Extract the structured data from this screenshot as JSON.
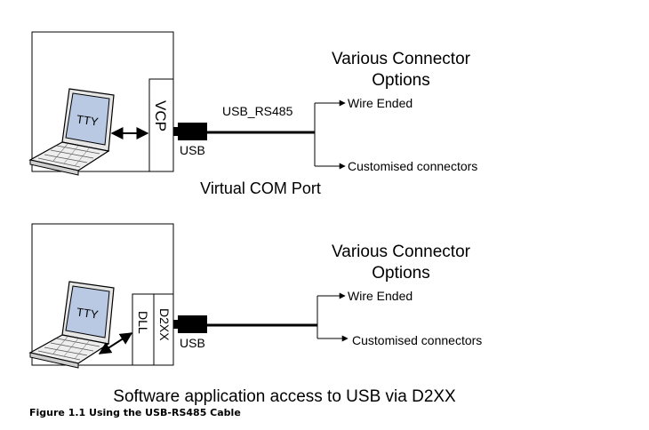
{
  "figure": {
    "caption": "Figure 1.1 Using the USB-RS485 Cable"
  },
  "top_diagram": {
    "laptop_screen_label": "TTY",
    "driver_label": "VCP",
    "usb_label": "USB",
    "cable_label": "USB_RS485",
    "options_title_line1": "Various Connector",
    "options_title_line2": "Options",
    "option_wire_ended": "Wire Ended",
    "option_customised": "Customised connectors",
    "subtitle": "Virtual COM Port",
    "laptop_icon": "laptop-icon",
    "arrow_icon": "double-arrow-icon"
  },
  "bottom_diagram": {
    "laptop_screen_label": "TTY",
    "dll_label": "DLL",
    "driver_label": "D2XX",
    "usb_label": "USB",
    "options_title_line1": "Various Connector",
    "options_title_line2": "Options",
    "option_wire_ended": "Wire Ended",
    "option_customised": "Customised connectors",
    "subtitle": "Software application access to USB via D2XX",
    "laptop_icon": "laptop-icon",
    "arrow_icon": "double-arrow-icon"
  }
}
